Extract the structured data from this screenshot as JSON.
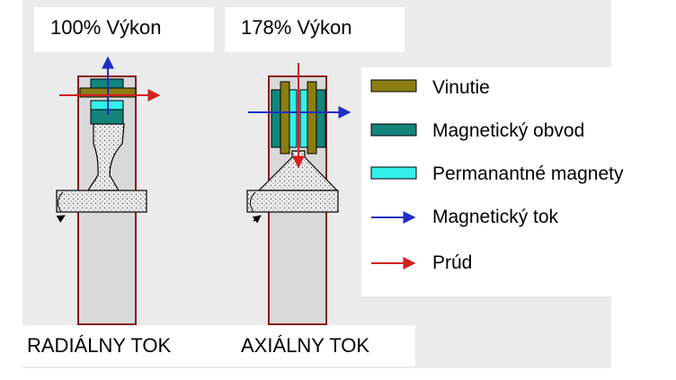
{
  "titles": {
    "radial_power": "100% Výkon",
    "axial_power": "178% Výkon"
  },
  "captions": {
    "radial": "RADIÁLNY TOK",
    "axial": "AXIÁLNY TOK"
  },
  "legend": [
    {
      "label": "Vinutie",
      "type": "swatch",
      "color": "#8b7d12"
    },
    {
      "label": "Magnetický obvod",
      "type": "swatch",
      "color": "#13857c"
    },
    {
      "label": "Permanantné magnety",
      "type": "swatch",
      "color": "#33f0ec"
    },
    {
      "label": "Magnetický tok",
      "type": "arrow",
      "color": "#1f2fc7"
    },
    {
      "label": "Prúd",
      "type": "arrow",
      "color": "#d42020"
    }
  ],
  "colors": {
    "panel_bg": "#ebebeb",
    "outline": "#8b1a1a",
    "shaft": "#d9d9d9",
    "flange": "#e6e6e6",
    "winding": "#8b7d12",
    "magnetic_circuit": "#13857c",
    "permanent_magnet": "#33f0ec",
    "flux_arrow": "#1f2fc7",
    "current_arrow": "#d42020"
  }
}
